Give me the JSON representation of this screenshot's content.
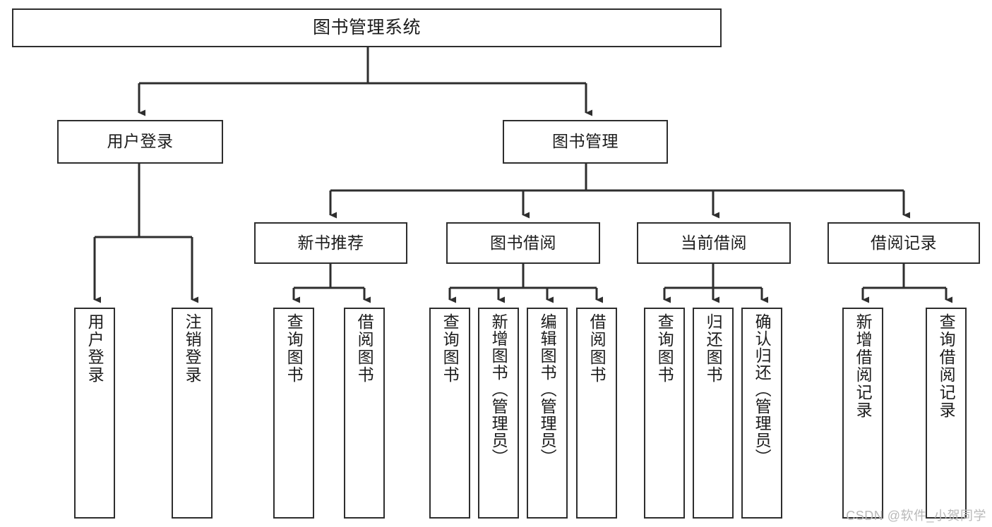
{
  "diagram": {
    "title": "图书管理系统",
    "type": "功能结构图",
    "watermark": "CSDN @软件_小贺同学",
    "style": {
      "box_border_color": "#2e2e2e",
      "box_fill_color": "#ffffff",
      "edge_color": "#2e2e2e",
      "text_color": "#1c1c1c",
      "watermark_color": "#b9b9b9",
      "background": "#ffffff"
    }
  },
  "nodes": {
    "root": {
      "label": "图书管理系统"
    },
    "level1": [
      {
        "id": "user-login",
        "label": "用户登录"
      },
      {
        "id": "book-management",
        "label": "图书管理"
      }
    ],
    "level2": [
      {
        "id": "new-book-recommend",
        "label": "新书推荐"
      },
      {
        "id": "book-borrow",
        "label": "图书借阅"
      },
      {
        "id": "current-borrow",
        "label": "当前借阅"
      },
      {
        "id": "borrow-record",
        "label": "借阅记录"
      }
    ],
    "leaves": {
      "user_login": [
        {
          "id": "leaf-user-login",
          "label": "用户登录"
        },
        {
          "id": "leaf-logout-login",
          "label": "注销登录"
        }
      ],
      "new_book_recommend": [
        {
          "id": "leaf-query-book-1",
          "label": "查询图书"
        },
        {
          "id": "leaf-borrow-book-1",
          "label": "借阅图书"
        }
      ],
      "book_borrow": [
        {
          "id": "leaf-query-book-2",
          "label": "查询图书"
        },
        {
          "id": "leaf-add-book",
          "label": "新增图书（管理员）"
        },
        {
          "id": "leaf-edit-book",
          "label": "编辑图书（管理员）"
        },
        {
          "id": "leaf-borrow-book-2",
          "label": "借阅图书"
        }
      ],
      "current_borrow": [
        {
          "id": "leaf-query-book-3",
          "label": "查询图书"
        },
        {
          "id": "leaf-return-book",
          "label": "归还图书"
        },
        {
          "id": "leaf-confirm-return",
          "label": "确认归还（管理员）"
        }
      ],
      "borrow_record": [
        {
          "id": "leaf-add-record",
          "label": "新增借阅记录"
        },
        {
          "id": "leaf-query-record",
          "label": "查询借阅记录"
        }
      ]
    }
  },
  "hierarchy": {
    "图书管理系统": [
      "用户登录",
      "图书管理"
    ],
    "用户登录": [
      "用户登录",
      "注销登录"
    ],
    "图书管理": [
      "新书推荐",
      "图书借阅",
      "当前借阅",
      "借阅记录"
    ],
    "新书推荐": [
      "查询图书",
      "借阅图书"
    ],
    "图书借阅": [
      "查询图书",
      "新增图书（管理员）",
      "编辑图书（管理员）",
      "借阅图书"
    ],
    "当前借阅": [
      "查询图书",
      "归还图书",
      "确认归还（管理员）"
    ],
    "借阅记录": [
      "新增借阅记录",
      "查询借阅记录"
    ]
  }
}
